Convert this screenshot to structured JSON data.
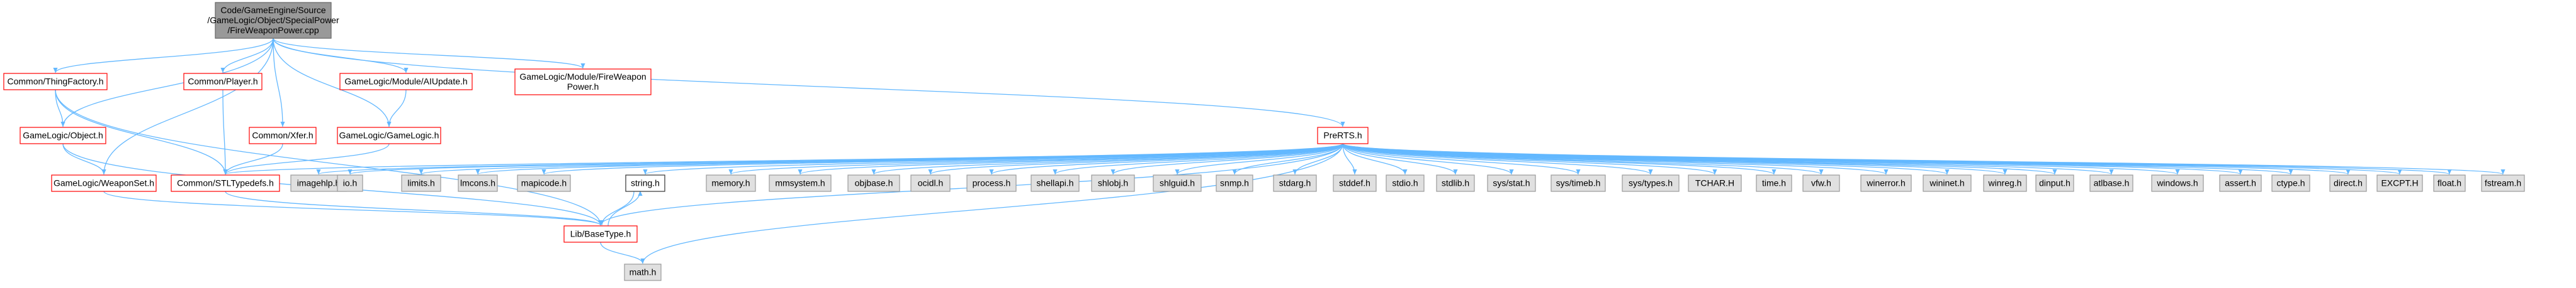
{
  "colors": {
    "edge": "#63b8ff",
    "root_fill": "#999999",
    "root_border": "#666666",
    "red_border": "#ff0000",
    "gray_fill": "#e0e0e0",
    "gray_border": "#999999",
    "white_fill": "#ffffff",
    "black_border": "#333333"
  },
  "nodes": [
    {
      "id": "root",
      "lines": [
        "Code/GameEngine/Source",
        "/GameLogic/Object/SpecialPower",
        "/FireWeaponPower.cpp"
      ],
      "style": "root"
    },
    {
      "id": "thingfactory",
      "lines": [
        "Common/ThingFactory.h"
      ],
      "style": "red"
    },
    {
      "id": "player",
      "lines": [
        "Common/Player.h"
      ],
      "style": "red"
    },
    {
      "id": "aiupdate",
      "lines": [
        "GameLogic/Module/AIUpdate.h"
      ],
      "style": "red"
    },
    {
      "id": "fireweapon",
      "lines": [
        "GameLogic/Module/FireWeapon",
        "Power.h"
      ],
      "style": "red"
    },
    {
      "id": "object",
      "lines": [
        "GameLogic/Object.h"
      ],
      "style": "red"
    },
    {
      "id": "xfer",
      "lines": [
        "Common/Xfer.h"
      ],
      "style": "red"
    },
    {
      "id": "gamelogic",
      "lines": [
        "GameLogic/GameLogic.h"
      ],
      "style": "red"
    },
    {
      "id": "prerts",
      "lines": [
        "PreRTS.h"
      ],
      "style": "red"
    },
    {
      "id": "weaponset",
      "lines": [
        "GameLogic/WeaponSet.h"
      ],
      "style": "red"
    },
    {
      "id": "stltypedefs",
      "lines": [
        "Common/STLTypedefs.h"
      ],
      "style": "red"
    },
    {
      "id": "imagehlp",
      "lines": [
        "imagehlp.h"
      ],
      "style": "gray"
    },
    {
      "id": "io",
      "lines": [
        "io.h"
      ],
      "style": "gray"
    },
    {
      "id": "limits",
      "lines": [
        "limits.h"
      ],
      "style": "gray"
    },
    {
      "id": "lmcons",
      "lines": [
        "lmcons.h"
      ],
      "style": "gray"
    },
    {
      "id": "mapicode",
      "lines": [
        "mapicode.h"
      ],
      "style": "gray"
    },
    {
      "id": "string",
      "lines": [
        "string.h"
      ],
      "style": "white"
    },
    {
      "id": "memory",
      "lines": [
        "memory.h"
      ],
      "style": "gray"
    },
    {
      "id": "mmsystem",
      "lines": [
        "mmsystem.h"
      ],
      "style": "gray"
    },
    {
      "id": "objbase",
      "lines": [
        "objbase.h"
      ],
      "style": "gray"
    },
    {
      "id": "ocidl",
      "lines": [
        "ocidl.h"
      ],
      "style": "gray"
    },
    {
      "id": "process",
      "lines": [
        "process.h"
      ],
      "style": "gray"
    },
    {
      "id": "shellapi",
      "lines": [
        "shellapi.h"
      ],
      "style": "gray"
    },
    {
      "id": "shlobj",
      "lines": [
        "shlobj.h"
      ],
      "style": "gray"
    },
    {
      "id": "shlguid",
      "lines": [
        "shlguid.h"
      ],
      "style": "gray"
    },
    {
      "id": "snmp",
      "lines": [
        "snmp.h"
      ],
      "style": "gray"
    },
    {
      "id": "stdarg",
      "lines": [
        "stdarg.h"
      ],
      "style": "gray"
    },
    {
      "id": "stddef",
      "lines": [
        "stddef.h"
      ],
      "style": "gray"
    },
    {
      "id": "stdio",
      "lines": [
        "stdio.h"
      ],
      "style": "gray"
    },
    {
      "id": "stdlib",
      "lines": [
        "stdlib.h"
      ],
      "style": "gray"
    },
    {
      "id": "sysstat",
      "lines": [
        "sys/stat.h"
      ],
      "style": "gray"
    },
    {
      "id": "systimeb",
      "lines": [
        "sys/timeb.h"
      ],
      "style": "gray"
    },
    {
      "id": "systypes",
      "lines": [
        "sys/types.h"
      ],
      "style": "gray"
    },
    {
      "id": "tchar",
      "lines": [
        "TCHAR.H"
      ],
      "style": "gray"
    },
    {
      "id": "time",
      "lines": [
        "time.h"
      ],
      "style": "gray"
    },
    {
      "id": "vfw",
      "lines": [
        "vfw.h"
      ],
      "style": "gray"
    },
    {
      "id": "winerror",
      "lines": [
        "winerror.h"
      ],
      "style": "gray"
    },
    {
      "id": "wininet",
      "lines": [
        "wininet.h"
      ],
      "style": "gray"
    },
    {
      "id": "winreg",
      "lines": [
        "winreg.h"
      ],
      "style": "gray"
    },
    {
      "id": "dinput",
      "lines": [
        "dinput.h"
      ],
      "style": "gray"
    },
    {
      "id": "atlbase",
      "lines": [
        "atlbase.h"
      ],
      "style": "gray"
    },
    {
      "id": "windows",
      "lines": [
        "windows.h"
      ],
      "style": "gray"
    },
    {
      "id": "assert",
      "lines": [
        "assert.h"
      ],
      "style": "gray"
    },
    {
      "id": "ctype",
      "lines": [
        "ctype.h"
      ],
      "style": "gray"
    },
    {
      "id": "direct",
      "lines": [
        "direct.h"
      ],
      "style": "gray"
    },
    {
      "id": "excpt",
      "lines": [
        "EXCPT.H"
      ],
      "style": "gray"
    },
    {
      "id": "float",
      "lines": [
        "float.h"
      ],
      "style": "gray"
    },
    {
      "id": "fstream",
      "lines": [
        "fstream.h"
      ],
      "style": "gray"
    },
    {
      "id": "basetype",
      "lines": [
        "Lib/BaseType.h"
      ],
      "style": "red"
    },
    {
      "id": "math",
      "lines": [
        "math.h"
      ],
      "style": "gray"
    }
  ],
  "edges": [
    [
      "root",
      "thingfactory"
    ],
    [
      "root",
      "player"
    ],
    [
      "root",
      "aiupdate"
    ],
    [
      "root",
      "fireweapon"
    ],
    [
      "root",
      "object"
    ],
    [
      "root",
      "xfer"
    ],
    [
      "root",
      "gamelogic"
    ],
    [
      "root",
      "prerts"
    ],
    [
      "root",
      "weaponset"
    ],
    [
      "thingfactory",
      "object"
    ],
    [
      "thingfactory",
      "stltypedefs"
    ],
    [
      "thingfactory",
      "basetype"
    ],
    [
      "player",
      "stltypedefs"
    ],
    [
      "aiupdate",
      "gamelogic"
    ],
    [
      "object",
      "weaponset"
    ],
    [
      "object",
      "basetype"
    ],
    [
      "xfer",
      "stltypedefs"
    ],
    [
      "gamelogic",
      "stltypedefs"
    ],
    [
      "weaponset",
      "basetype"
    ],
    [
      "prerts",
      "stltypedefs"
    ],
    [
      "prerts",
      "imagehlp"
    ],
    [
      "prerts",
      "io"
    ],
    [
      "prerts",
      "limits"
    ],
    [
      "prerts",
      "lmcons"
    ],
    [
      "prerts",
      "mapicode"
    ],
    [
      "prerts",
      "string"
    ],
    [
      "prerts",
      "memory"
    ],
    [
      "prerts",
      "mmsystem"
    ],
    [
      "prerts",
      "objbase"
    ],
    [
      "prerts",
      "ocidl"
    ],
    [
      "prerts",
      "process"
    ],
    [
      "prerts",
      "shellapi"
    ],
    [
      "prerts",
      "shlobj"
    ],
    [
      "prerts",
      "shlguid"
    ],
    [
      "prerts",
      "snmp"
    ],
    [
      "prerts",
      "stdarg"
    ],
    [
      "prerts",
      "stddef"
    ],
    [
      "prerts",
      "stdio"
    ],
    [
      "prerts",
      "stdlib"
    ],
    [
      "prerts",
      "sysstat"
    ],
    [
      "prerts",
      "systimeb"
    ],
    [
      "prerts",
      "systypes"
    ],
    [
      "prerts",
      "tchar"
    ],
    [
      "prerts",
      "time"
    ],
    [
      "prerts",
      "vfw"
    ],
    [
      "prerts",
      "winerror"
    ],
    [
      "prerts",
      "wininet"
    ],
    [
      "prerts",
      "winreg"
    ],
    [
      "prerts",
      "dinput"
    ],
    [
      "prerts",
      "atlbase"
    ],
    [
      "prerts",
      "windows"
    ],
    [
      "prerts",
      "assert"
    ],
    [
      "prerts",
      "ctype"
    ],
    [
      "prerts",
      "direct"
    ],
    [
      "prerts",
      "excpt"
    ],
    [
      "prerts",
      "float"
    ],
    [
      "prerts",
      "fstream"
    ],
    [
      "prerts",
      "basetype"
    ],
    [
      "prerts",
      "math"
    ],
    [
      "stltypedefs",
      "basetype"
    ],
    [
      "string",
      "basetype"
    ],
    [
      "basetype",
      "string"
    ],
    [
      "basetype",
      "math"
    ]
  ]
}
